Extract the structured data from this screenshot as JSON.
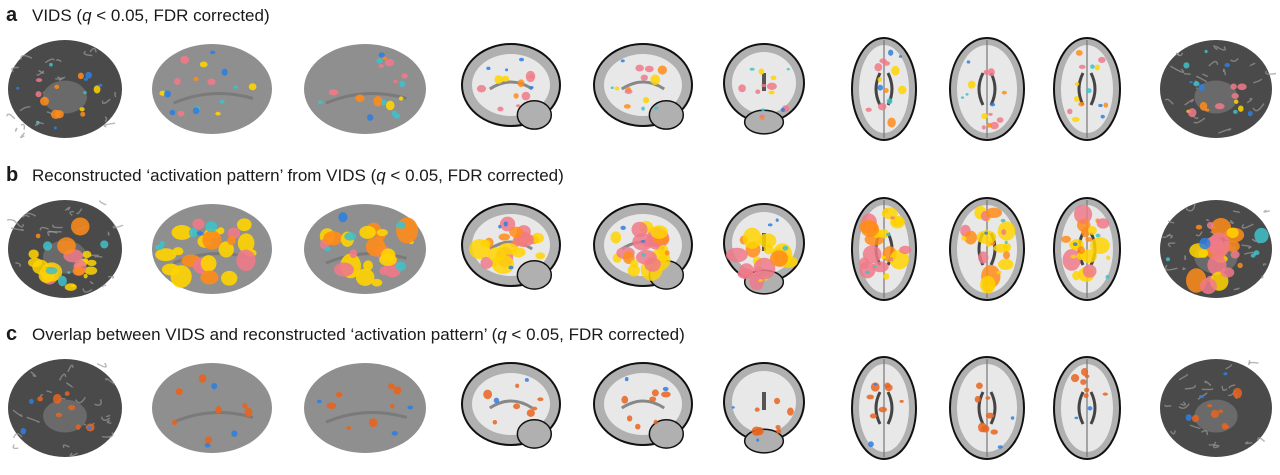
{
  "panels": [
    {
      "letter": "a",
      "title_pre": "VIDS (",
      "title_q": "q",
      "title_post": " < 0.05, FDR corrected)",
      "style": "sparse"
    },
    {
      "letter": "b",
      "title_pre": "Reconstructed ‘activation pattern’ from VIDS (",
      "title_q": "q",
      "title_post": " < 0.05, FDR corrected)",
      "style": "dense"
    },
    {
      "letter": "c",
      "title_pre": "Overlap between VIDS and reconstructed ‘activation pattern’ (",
      "title_q": "q",
      "title_post": " < 0.05, FDR corrected)",
      "style": "overlap"
    }
  ],
  "views": [
    "medial-3d-left",
    "lateral-inflated-left",
    "lateral-inflated-right",
    "sagittal-slice-1",
    "sagittal-slice-2",
    "coronal-slice",
    "axial-slice-1",
    "axial-slice-2",
    "axial-slice-3",
    "medial-3d-right"
  ],
  "colors": {
    "cortex_dark": "#4a4a4a",
    "inflated_gray": "#8f8f8f",
    "slice_white": "#e8e8e8",
    "slice_gray": "#b0b0b0",
    "activation_hot": "#ffd400",
    "activation_warm": "#ff8c1a",
    "activation_pink": "#f07a8a",
    "deactivation_blue": "#2f7fe0",
    "deactivation_cyan": "#3fc1c9",
    "overlap_orange": "#e8641e"
  }
}
